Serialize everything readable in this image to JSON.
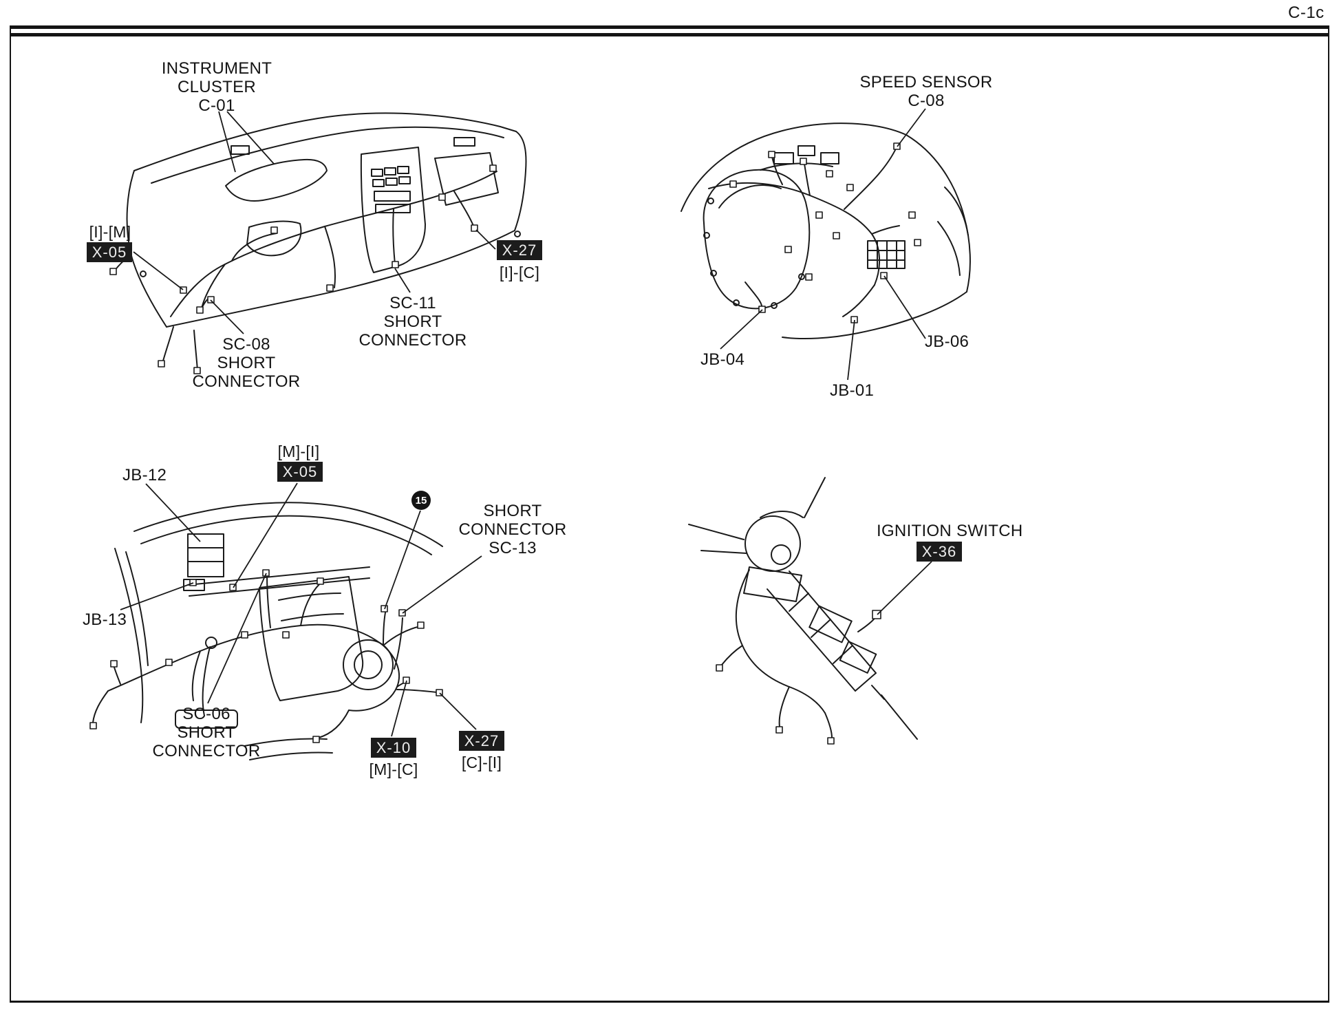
{
  "page_code": "C-1c",
  "colors": {
    "ink": "#1a1a1a",
    "paper": "#ffffff",
    "tag_bg": "#1c1c1c",
    "tag_text": "#ededed"
  },
  "upper_dash": {
    "instrument_cluster": "INSTRUMENT\nCLUSTER\nC-01",
    "x05_bracket": "[I]-[M]",
    "x05_tag": "X-05",
    "x27_tag": "X-27",
    "x27_bracket": "[I]-[C]",
    "sc11": "SC-11\nSHORT\nCONNECTOR",
    "sc08": "SC-08\nSHORT\nCONNECTOR"
  },
  "engine_bay": {
    "speed_sensor": "SPEED SENSOR\nC-08",
    "jb04": "JB-04",
    "jb06": "JB-06",
    "jb01": "JB-01"
  },
  "lower_dash": {
    "x05_bracket": "[M]-[I]",
    "x05_tag": "X-05",
    "jb12": "JB-12",
    "callout_15": "15",
    "sc13": "SHORT\nCONNECTOR\nSC-13",
    "jb13": "JB-13",
    "sc06": "SC-06\nSHORT\nCONNECTOR",
    "x10_tag": "X-10",
    "x10_bracket": "[M]-[C]",
    "x27_tag": "X-27",
    "x27_bracket": "[C]-[I]"
  },
  "steering_column": {
    "ignition_switch": "IGNITION SWITCH",
    "x36_tag": "X-36"
  }
}
